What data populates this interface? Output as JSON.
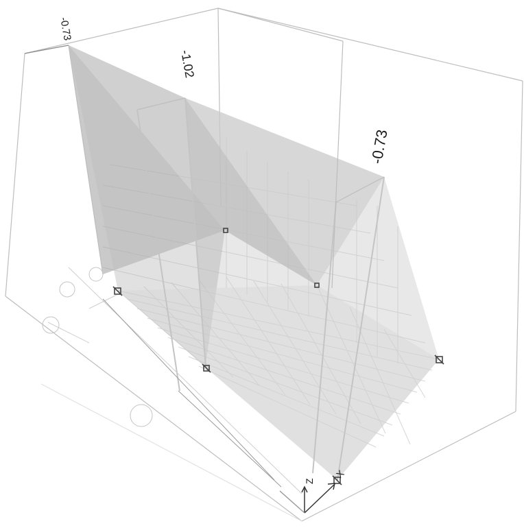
{
  "diagram": {
    "load_labels": [
      "-0.73",
      "-1.02",
      "-0.73"
    ],
    "axis_labels": {
      "z": "Z",
      "x": "X"
    },
    "colors": {
      "load_fill": "#c8c8c8",
      "load_dark": "#9e9e9e",
      "grid": "#d6d6d6",
      "frame": "#bdbdbd",
      "support": "#444444"
    },
    "icons": [
      "support-icon",
      "axis-triad-icon",
      "grid-bubble-icon"
    ]
  }
}
